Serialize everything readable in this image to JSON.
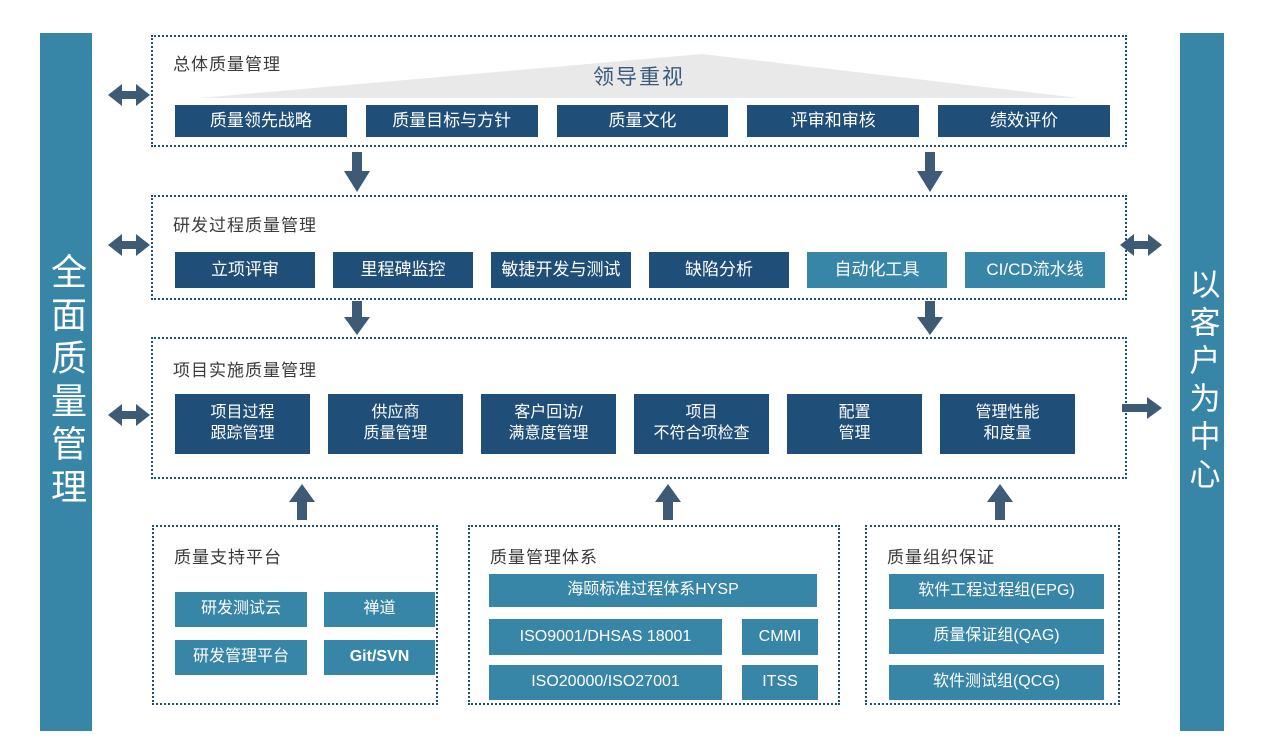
{
  "left_bar": {
    "label": "全面质量管理"
  },
  "right_bar": {
    "label": "以客户为中心"
  },
  "colors": {
    "navy_button": "#1F4E79",
    "teal": "#3786A7",
    "arrow": "#3D5A76",
    "banner_triangle": "#E9E9E9",
    "dotted_border": "#1F4E79"
  },
  "sections": [
    {
      "title": "总体质量管理",
      "banner": "领导重视",
      "buttons": [
        {
          "label": "质量领先战略",
          "variant": "navy"
        },
        {
          "label": "质量目标与方针",
          "variant": "navy"
        },
        {
          "label": "质量文化",
          "variant": "navy"
        },
        {
          "label": "评审和审核",
          "variant": "navy"
        },
        {
          "label": "绩效评价",
          "variant": "navy"
        }
      ]
    },
    {
      "title": "研发过程质量管理",
      "buttons": [
        {
          "label": "立项评审",
          "variant": "navy"
        },
        {
          "label": "里程碑监控",
          "variant": "navy"
        },
        {
          "label": "敏捷开发与测试",
          "variant": "navy"
        },
        {
          "label": "缺陷分析",
          "variant": "navy"
        },
        {
          "label": "自动化工具",
          "variant": "teal"
        },
        {
          "label": "CI/CD流水线",
          "variant": "teal"
        }
      ]
    },
    {
      "title": "项目实施质量管理",
      "buttons": [
        {
          "label": "项目过程\n跟踪管理",
          "variant": "navy"
        },
        {
          "label": "供应商\n质量管理",
          "variant": "navy"
        },
        {
          "label": "客户回访/\n满意度管理",
          "variant": "navy"
        },
        {
          "label": "项目\n不符合项检查",
          "variant": "navy"
        },
        {
          "label": "配置\n管理",
          "variant": "navy"
        },
        {
          "label": "管理性能\n和度量",
          "variant": "navy"
        }
      ]
    }
  ],
  "support": {
    "title": "质量支持平台",
    "buttons": [
      {
        "label": "研发测试云"
      },
      {
        "label": "禅道"
      },
      {
        "label": "研发管理平台"
      },
      {
        "label": "Git/SVN",
        "bold": true
      }
    ]
  },
  "system": {
    "title": "质量管理体系",
    "wide_button": "海颐标准过程体系HYSP",
    "rows": [
      {
        "left": "ISO9001/DHSAS 18001",
        "right": "CMMI"
      },
      {
        "left": "ISO20000/ISO27001",
        "right": "ITSS"
      }
    ]
  },
  "org": {
    "title": "质量组织保证",
    "buttons": [
      {
        "label": "软件工程过程组(EPG)"
      },
      {
        "label": "质量保证组(QAG)"
      },
      {
        "label": "软件测试组(QCG)"
      }
    ]
  }
}
